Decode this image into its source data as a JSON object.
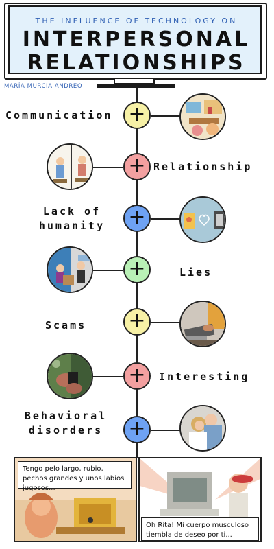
{
  "header": {
    "subtitle": "THE INFLUENCE OF TECHNOLOGY ON",
    "title_line1": "INTERPERSONAL",
    "title_line2": "RELATIONSHIPS",
    "author": "MARÍA MURCIA ANDREO"
  },
  "timeline": {
    "node_symbol": "+",
    "colors": {
      "yellow": "#f7f1a6",
      "red": "#f3a0a0",
      "blue": "#6ea2f3",
      "green": "#b9f0b6"
    },
    "items": [
      {
        "label_line1": "Communication",
        "label_line2": "",
        "color": "yellow",
        "photo": "desk-cartoon-illustration"
      },
      {
        "label_line1": "Relationship",
        "label_line2": "",
        "color": "red",
        "photo": "couple-separated-cartoon"
      },
      {
        "label_line1": "Lack of",
        "label_line2": "humanity",
        "color": "blue",
        "photo": "phones-heart-illustration"
      },
      {
        "label_line1": "Lies",
        "label_line2": "",
        "color": "green",
        "photo": "split-room-cartoon"
      },
      {
        "label_line1": "Scams",
        "label_line2": "",
        "color": "yellow",
        "photo": "laptop-hands-photo"
      },
      {
        "label_line1": "Interesting",
        "label_line2": "",
        "color": "red",
        "photo": "phone-in-hands-photo"
      },
      {
        "label_line1": "Behavioral",
        "label_line2": "disorders",
        "color": "blue",
        "photo": "couple-embrace-photo"
      }
    ]
  },
  "comic": {
    "left_bubble": "Tengo pelo largo, rubio, pechos grandes y unos labios jugosos...",
    "right_bubble": "Oh Rita! Mi cuerpo musculoso tiembla de deseo por ti..."
  }
}
